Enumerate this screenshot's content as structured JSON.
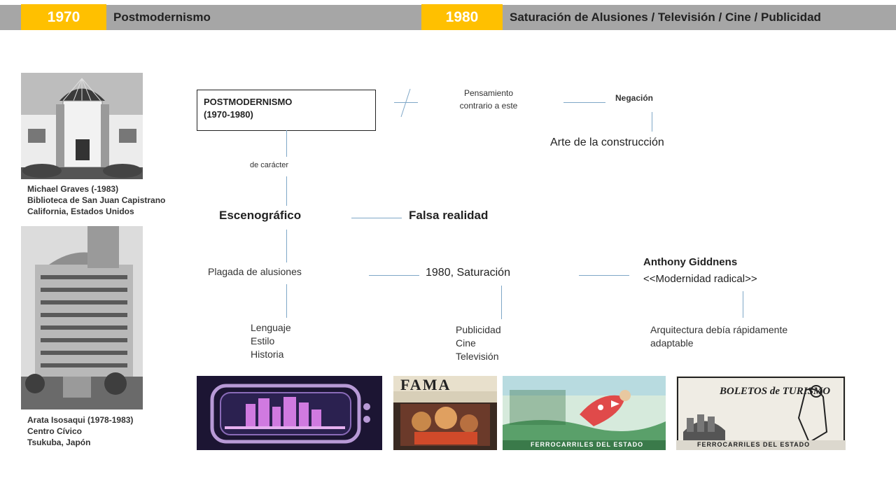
{
  "header": {
    "year1": "1970",
    "title1": "Postmodernismo",
    "year2": "1980",
    "title2": "Saturación de Alusiones / Televisión / Cine / Publicidad"
  },
  "photos": {
    "graves_caption": "Michael Graves (-1983)\nBiblioteca de San Juan Capistrano\nCalifornia, Estados Unidos",
    "isosaki_caption": "Arata Isosaqui (1978-1983)\nCentro Cívico\nTsukuba, Japón"
  },
  "diagram": {
    "box_title": "POSTMODERNISMO\n(1970-1980)",
    "pensamiento": "Pensamiento\ncontrario a este",
    "negacion": "Negación",
    "arte": "Arte de la construcción",
    "de_caracter": "de carácter",
    "escenografico": "Escenográfico",
    "falsa": "Falsa realidad",
    "plagada": "Plagada de alusiones",
    "saturacion": "1980, Saturación",
    "giddens_name": "Anthony Giddnens",
    "giddens_book": "<<Modernidad radical>>",
    "lenguaje": "Lenguaje\nEstilo\nHistoria",
    "publicidad": "Publicidad\nCine\nTelevisión",
    "arquitectura": "Arquitectura debía rápidamente\nadaptable"
  },
  "posters": {
    "fama": "FAMA",
    "ferro1": "FERROCARRILES DEL ESTADO",
    "boletos": "BOLETOS de TURISMO",
    "ferro2": "FERROCARRILES DEL ESTADO"
  },
  "colors": {
    "accent": "#ffc000",
    "bar": "#a6a6a6",
    "connector": "#7fa7c7"
  }
}
